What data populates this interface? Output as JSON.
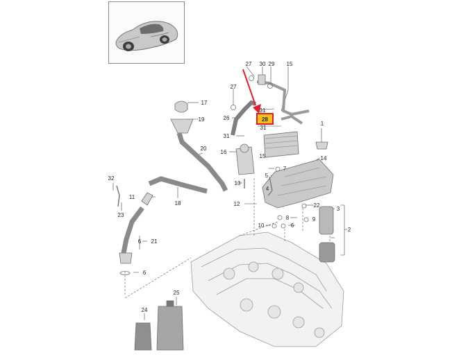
{
  "thumbnail": {
    "icon": "sports-car-icon"
  },
  "arrow": {
    "color": "#e8192c"
  },
  "highlight": {
    "label": "28",
    "fill": "#f7c21a",
    "stroke": "#e8192c"
  },
  "callouts": [
    {
      "id": "c27a",
      "label": "27"
    },
    {
      "id": "c30",
      "label": "30"
    },
    {
      "id": "c29",
      "label": "29"
    },
    {
      "id": "c15a",
      "label": "15"
    },
    {
      "id": "c27b",
      "label": "27"
    },
    {
      "id": "c17",
      "label": "17"
    },
    {
      "id": "c19",
      "label": "19"
    },
    {
      "id": "c26",
      "label": "26"
    },
    {
      "id": "c31a",
      "label": "31"
    },
    {
      "id": "c31b",
      "label": "31"
    },
    {
      "id": "c31c",
      "label": "31"
    },
    {
      "id": "c1",
      "label": "1"
    },
    {
      "id": "c20",
      "label": "20"
    },
    {
      "id": "c16",
      "label": "16"
    },
    {
      "id": "c15b",
      "label": "15"
    },
    {
      "id": "c14",
      "label": "14"
    },
    {
      "id": "c7",
      "label": "7"
    },
    {
      "id": "c32",
      "label": "32"
    },
    {
      "id": "c5",
      "label": "5"
    },
    {
      "id": "c13",
      "label": "13"
    },
    {
      "id": "c11",
      "label": "11"
    },
    {
      "id": "c18",
      "label": "18"
    },
    {
      "id": "c4",
      "label": "4"
    },
    {
      "id": "c23",
      "label": "23"
    },
    {
      "id": "c12",
      "label": "12"
    },
    {
      "id": "c22",
      "label": "22"
    },
    {
      "id": "c3",
      "label": "3"
    },
    {
      "id": "c8",
      "label": "8"
    },
    {
      "id": "c9",
      "label": "9"
    },
    {
      "id": "c2",
      "label": "2"
    },
    {
      "id": "c10",
      "label": "10"
    },
    {
      "id": "c6a",
      "label": "6"
    },
    {
      "id": "c6b",
      "label": "6"
    },
    {
      "id": "c21",
      "label": "21"
    },
    {
      "id": "c6c",
      "label": "6"
    },
    {
      "id": "c25",
      "label": "25"
    },
    {
      "id": "c24",
      "label": "24"
    }
  ]
}
